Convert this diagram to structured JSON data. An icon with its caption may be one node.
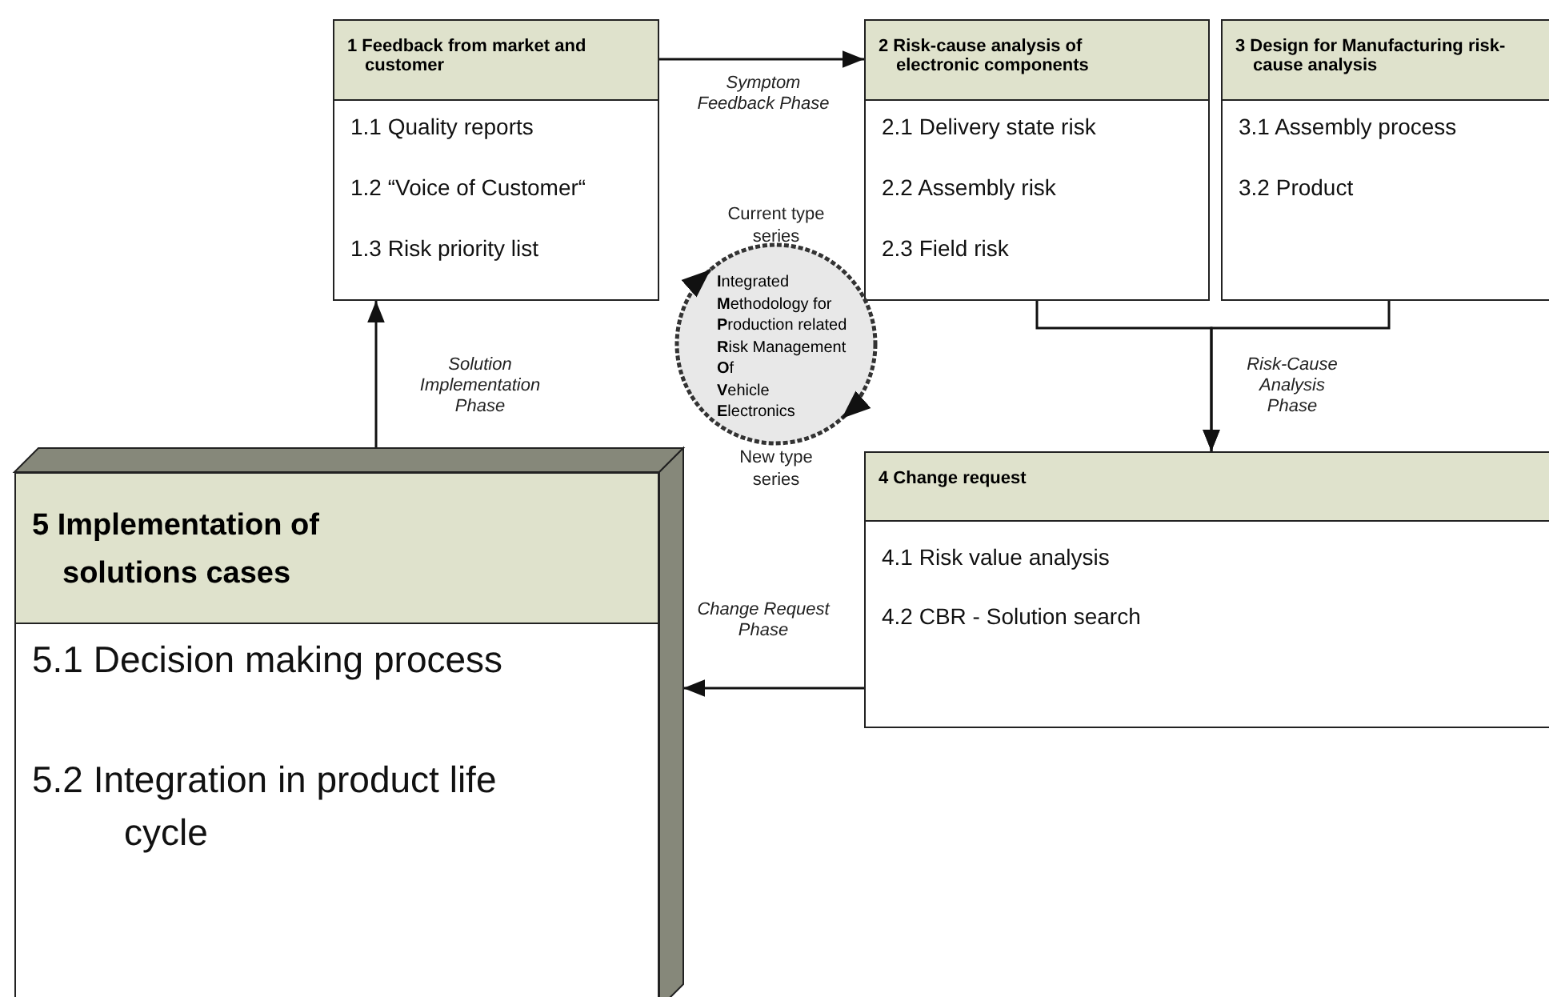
{
  "diagram": {
    "nodes": [
      {
        "text": [
          "1 Feedback from market and customer",
          "1.1 Quality reports",
          "1.2 “Voice of Customer“",
          "1.3 Risk priority list"
        ]
      },
      {
        "text": [
          "2 Risk-cause analysis of electronic components",
          "2.1 Delivery state risk",
          "2.2 Assembly risk",
          "2.3 Field risk"
        ]
      },
      {
        "text": [
          "3 Design for Manufacturing risk-cause analysis",
          "3.1 Assembly process",
          "3.2 Product"
        ]
      },
      {
        "text": [
          "4 Change request",
          "4.1 Risk value analysis",
          "4.2 CBR - Solution search"
        ]
      },
      {
        "text": [
          "5 Implementation of solutions cases",
          "5.1 Decision making process",
          "5.2 Integration in product life cycle"
        ]
      },
      {
        "text": [
          "**I**ntegrated",
          "**M**ethodology for",
          "**P**roduction related",
          "**R**isk Management",
          "**O**f",
          "**V**ehicle",
          "**E**lectronics"
        ],
        "beside": [
          "Current type series",
          "New type series"
        ]
      }
    ],
    "edges": [
      {
        "from": 0,
        "to": 1,
        "arrow": "to",
        "label": "Symptom Feedback Phase"
      },
      {
        "from": 1,
        "to": 3,
        "arrow": "to",
        "label": "Risk-Cause Analysis Phase"
      },
      {
        "from": 2,
        "to": 3,
        "arrow": "to"
      },
      {
        "from": 3,
        "to": 4,
        "arrow": "to",
        "label": "Change Request Phase"
      },
      {
        "from": 4,
        "to": 0,
        "arrow": "to",
        "label": "Solution Implementation Phase"
      }
    ]
  }
}
